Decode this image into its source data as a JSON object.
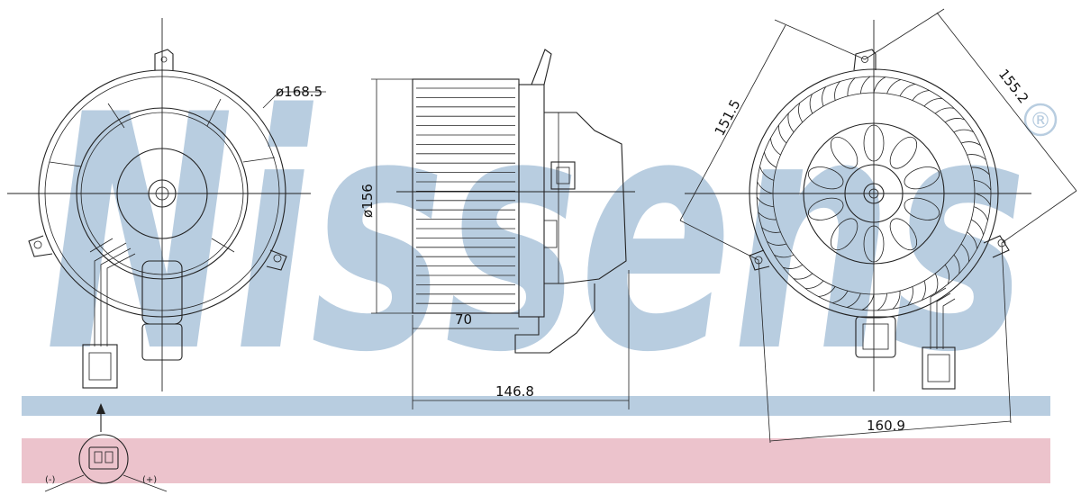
{
  "brand": {
    "watermark": "Nissens",
    "registered_mark": "®",
    "watermark_color": "#b8cde0",
    "band_blue": "#b8cde0",
    "band_pink": "#ecc3cc"
  },
  "dimensions": {
    "diameter_housing": "ø168.5",
    "diameter_wheel": "ø156",
    "depth_wheel": "70",
    "total_length": "146.8",
    "diagonal_a": "151.5",
    "diagonal_b": "155.2",
    "width_total": "160.9"
  },
  "connector": {
    "neg_label": "(-)",
    "pos_label": "(+)"
  }
}
